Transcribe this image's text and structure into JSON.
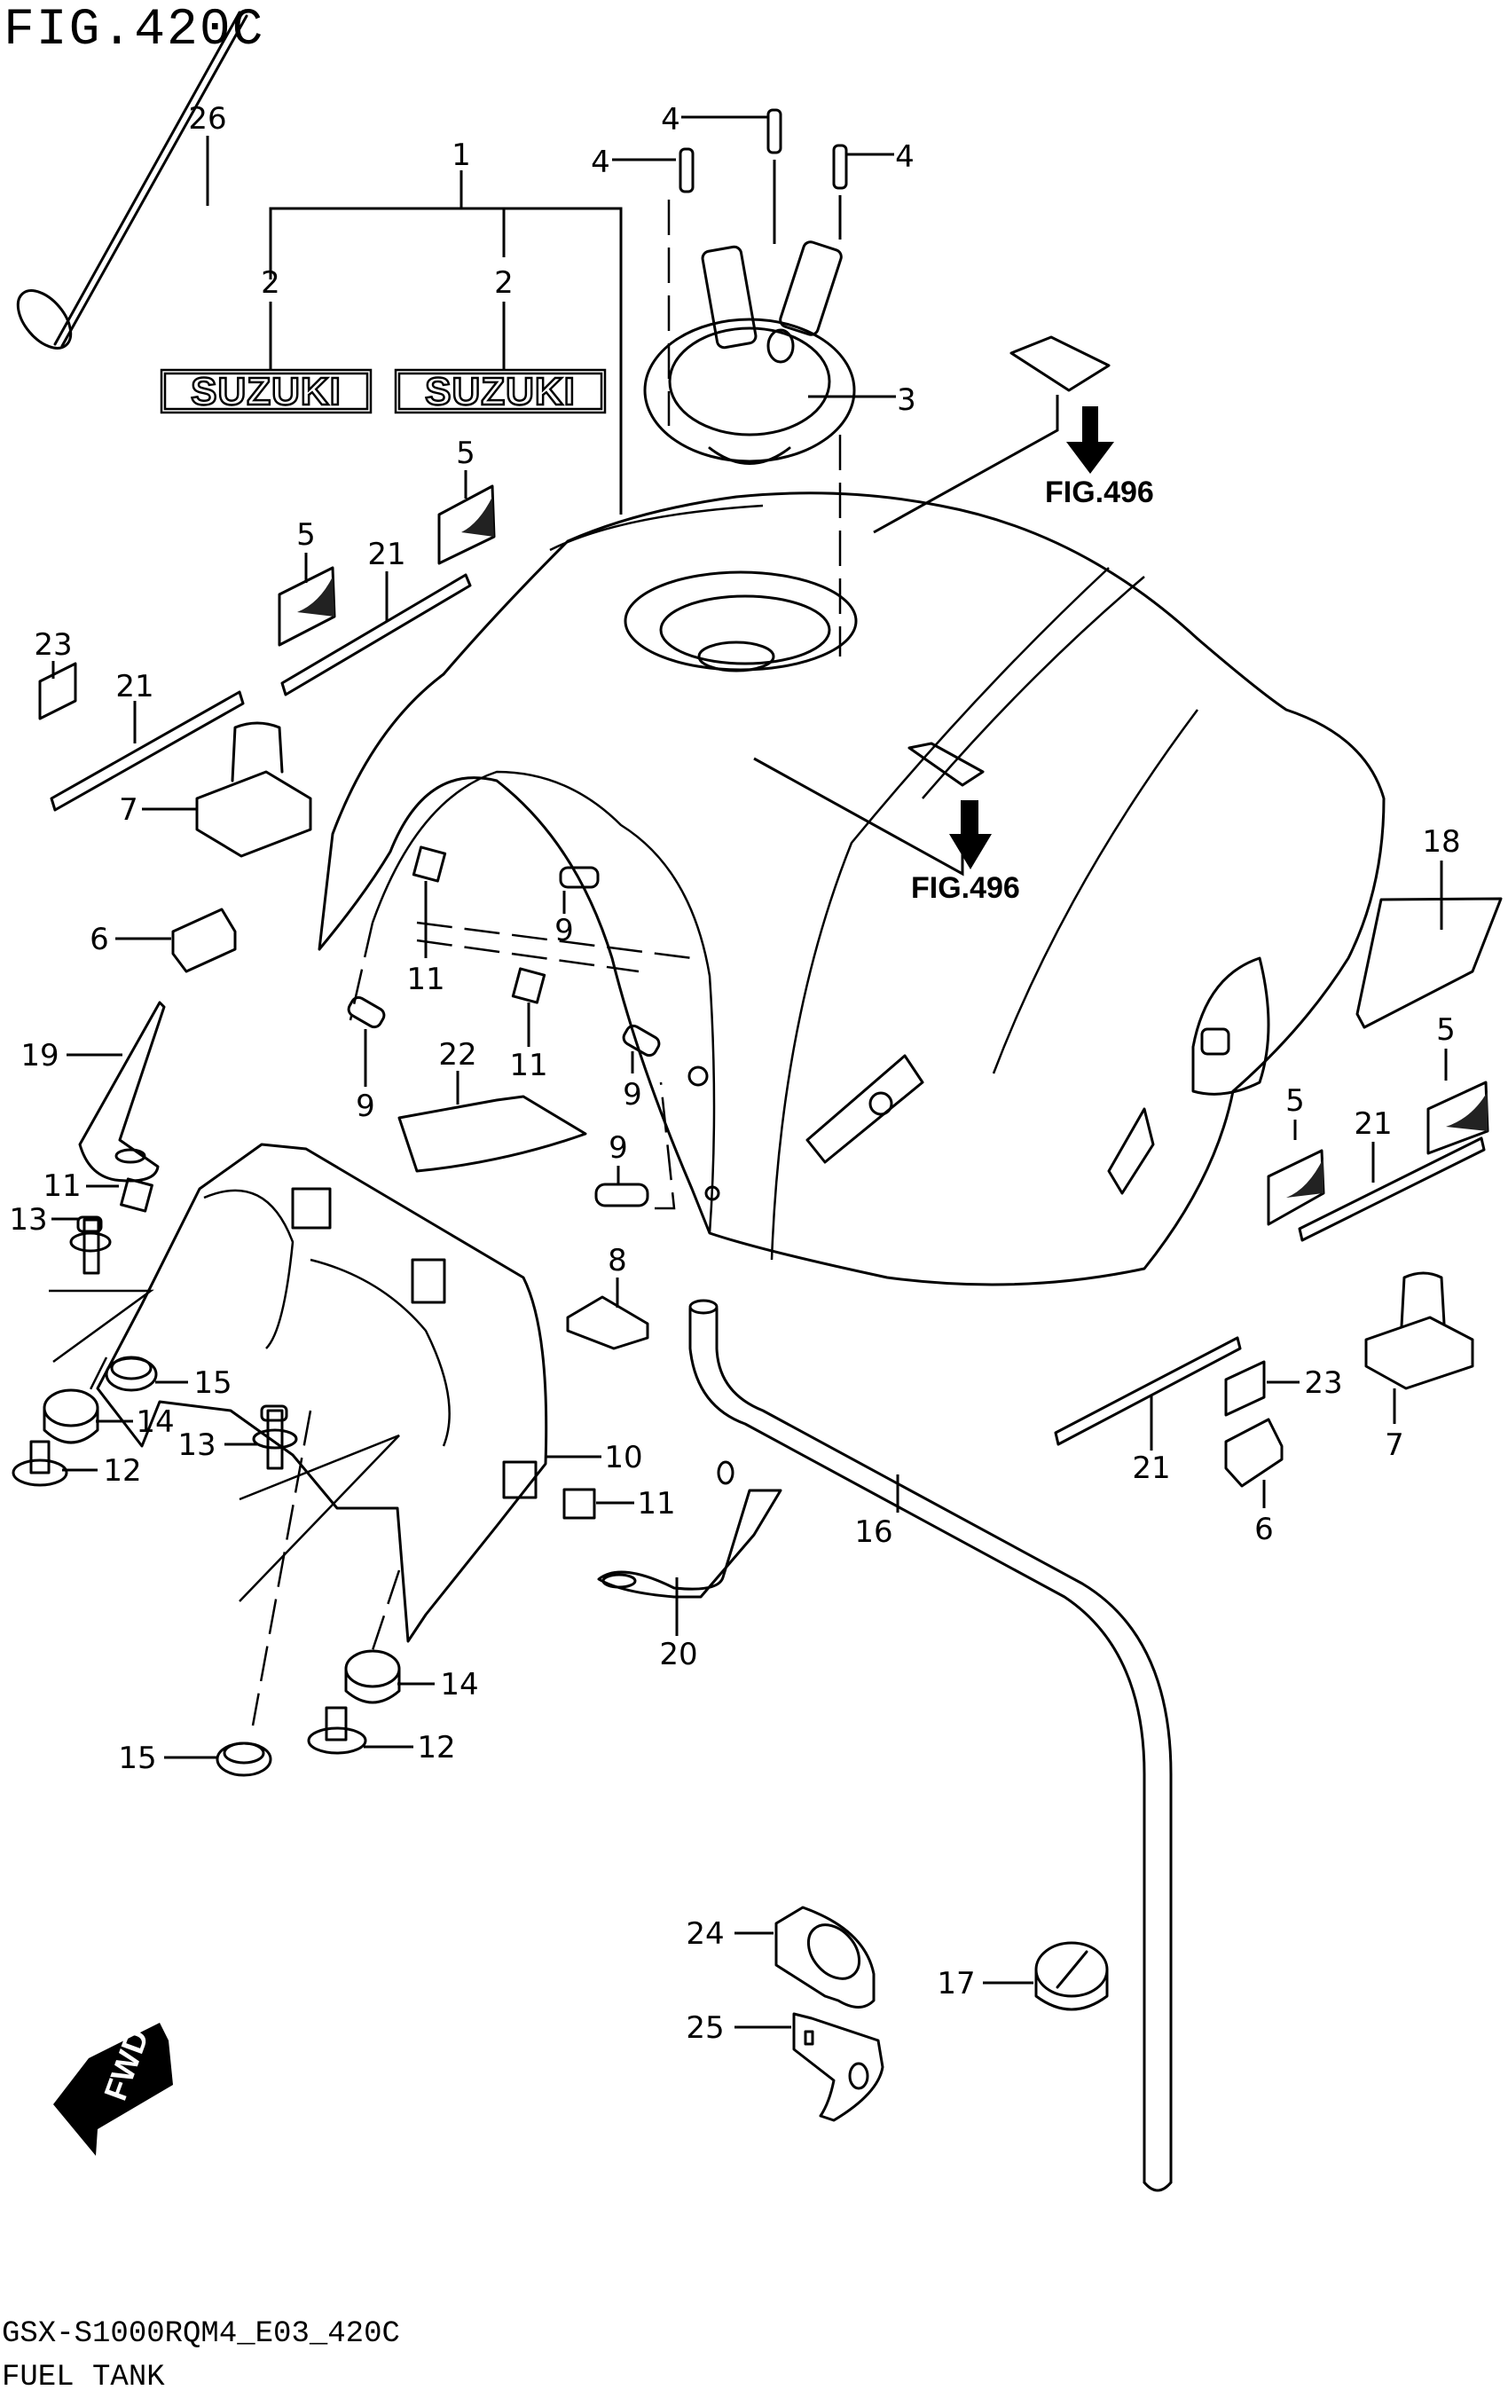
{
  "figure": {
    "title": "FIG.420C",
    "model_code": "GSX-S1000RQM4_E03_420C",
    "name": "FUEL TANK"
  },
  "references": [
    {
      "label": "FIG.496"
    },
    {
      "label": "FIG.496"
    }
  ],
  "emblem_text": "SUZUKI",
  "fwd_label": "FWD",
  "callouts": [
    {
      "n": "26",
      "part": "rod"
    },
    {
      "n": "1",
      "part": "fuel-tank-assembly"
    },
    {
      "n": "2",
      "part": "emblem-left"
    },
    {
      "n": "2",
      "part": "emblem-right"
    },
    {
      "n": "4",
      "part": "screw"
    },
    {
      "n": "4",
      "part": "screw"
    },
    {
      "n": "4",
      "part": "screw"
    },
    {
      "n": "3",
      "part": "fuel-cap"
    },
    {
      "n": "5",
      "part": "cushion"
    },
    {
      "n": "5",
      "part": "cushion"
    },
    {
      "n": "21",
      "part": "seal-strip"
    },
    {
      "n": "23",
      "part": "cushion-block"
    },
    {
      "n": "21",
      "part": "seal-strip"
    },
    {
      "n": "7",
      "part": "cushion-mount"
    },
    {
      "n": "6",
      "part": "cushion-clip"
    },
    {
      "n": "9",
      "part": "bolt"
    },
    {
      "n": "11",
      "part": "nut"
    },
    {
      "n": "11",
      "part": "nut"
    },
    {
      "n": "9",
      "part": "bolt"
    },
    {
      "n": "22",
      "part": "pad"
    },
    {
      "n": "9",
      "part": "bolt"
    },
    {
      "n": "9",
      "part": "bolt"
    },
    {
      "n": "19",
      "part": "bracket"
    },
    {
      "n": "18",
      "part": "label"
    },
    {
      "n": "5",
      "part": "cushion"
    },
    {
      "n": "5",
      "part": "cushion"
    },
    {
      "n": "21",
      "part": "seal-strip"
    },
    {
      "n": "11",
      "part": "nut"
    },
    {
      "n": "13",
      "part": "bolt"
    },
    {
      "n": "8",
      "part": "cushion-pad"
    },
    {
      "n": "15",
      "part": "collar"
    },
    {
      "n": "10",
      "part": "tank-cover-bracket"
    },
    {
      "n": "11",
      "part": "nut"
    },
    {
      "n": "14",
      "part": "grommet"
    },
    {
      "n": "12",
      "part": "collar"
    },
    {
      "n": "13",
      "part": "bolt"
    },
    {
      "n": "14",
      "part": "grommet"
    },
    {
      "n": "15",
      "part": "collar"
    },
    {
      "n": "12",
      "part": "collar"
    },
    {
      "n": "16",
      "part": "hose"
    },
    {
      "n": "20",
      "part": "bracket"
    },
    {
      "n": "23",
      "part": "cushion-block"
    },
    {
      "n": "21",
      "part": "seal-strip"
    },
    {
      "n": "7",
      "part": "cushion-mount"
    },
    {
      "n": "6",
      "part": "cushion-clip"
    },
    {
      "n": "24",
      "part": "hose-clamp"
    },
    {
      "n": "25",
      "part": "hose-guide"
    },
    {
      "n": "17",
      "part": "clamp"
    }
  ]
}
